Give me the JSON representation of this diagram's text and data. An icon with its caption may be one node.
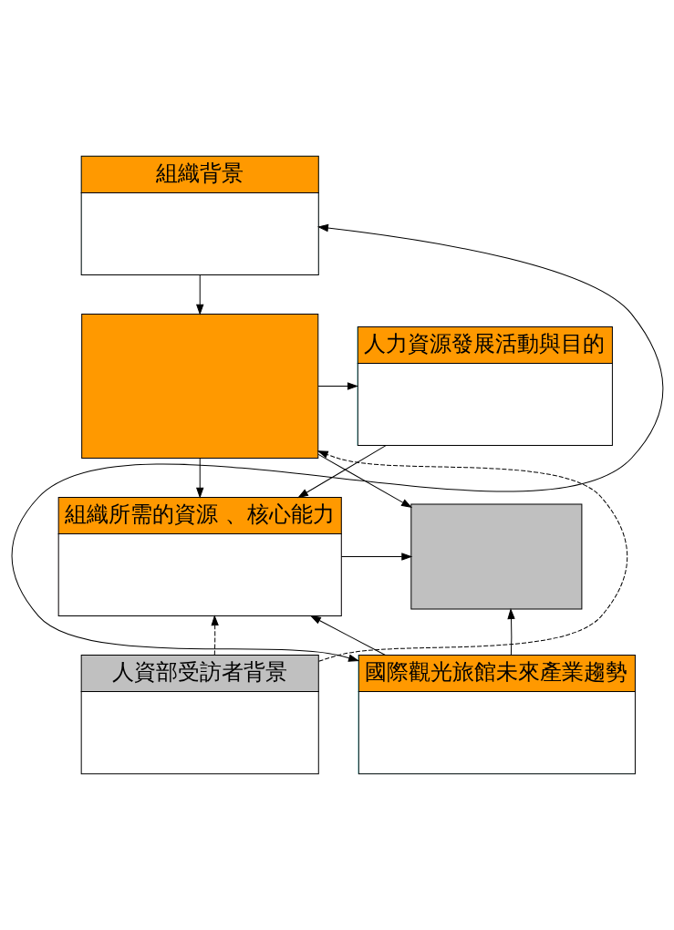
{
  "diagram": {
    "nodes": [
      {
        "text": [
          "組織背景"
        ]
      },
      {
        "text": [],
        "shape": "box"
      },
      {
        "text": [
          "人力資源發展活動與目的"
        ]
      },
      {
        "text": [],
        "shape": "box"
      },
      {
        "text": [
          "組織所需的資源 、核心能力"
        ]
      },
      {
        "text": [
          "國際觀光旅館未來產業趨勢"
        ]
      },
      {
        "text": [
          "人資部受訪者背景"
        ]
      }
    ],
    "edges": [
      {
        "from": 0,
        "to": 1,
        "arrow": "to"
      },
      {
        "from": 1,
        "to": 2,
        "arrow": "to"
      },
      {
        "from": 1,
        "to": 3,
        "arrow": "to"
      },
      {
        "from": 1,
        "to": 4,
        "arrow": "to"
      },
      {
        "from": 2,
        "to": 4,
        "arrow": "to"
      },
      {
        "from": 4,
        "to": 3,
        "arrow": "to"
      },
      {
        "from": 5,
        "to": 3,
        "arrow": "to"
      },
      {
        "from": 5,
        "to": 4,
        "arrow": "to"
      },
      {
        "from": 6,
        "to": 4,
        "arrow": "to",
        "style": "dashed"
      },
      {
        "from": 6,
        "to": 1,
        "arrow": "to",
        "style": "dashed"
      },
      {
        "from": 5,
        "to": 0,
        "arrow": "both"
      }
    ]
  }
}
